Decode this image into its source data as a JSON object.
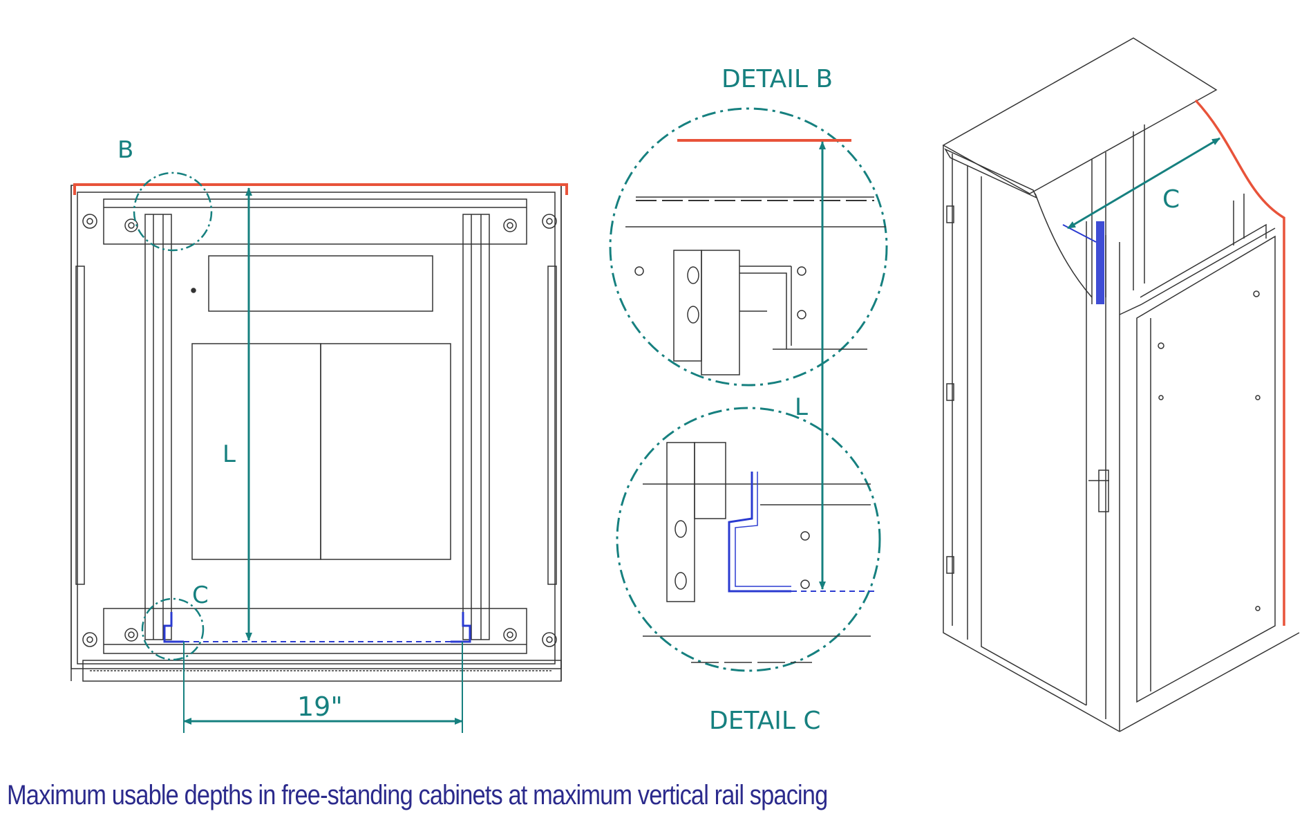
{
  "labels": {
    "b": "B",
    "c": "C",
    "l": "L",
    "detail_b": "DETAIL B",
    "detail_c": "DETAIL C",
    "dim_19": "19\"",
    "c_iso": "C"
  },
  "caption": "Maximum usable depths in free-standing cabinets at maximum vertical rail spacing",
  "colors": {
    "teal": "#16807f",
    "red": "#e8533a",
    "blue": "#2a3ad0",
    "caption": "#2b2a8c",
    "line": "#333333"
  }
}
